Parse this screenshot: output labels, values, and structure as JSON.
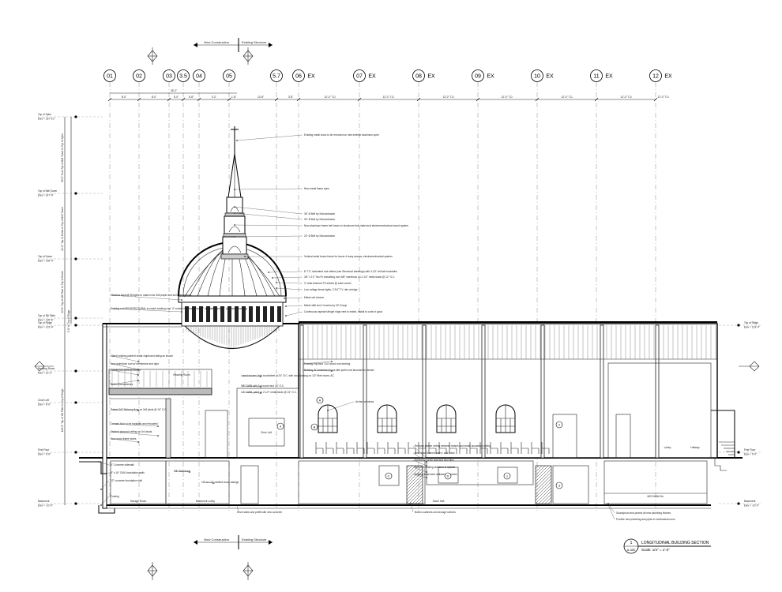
{
  "section_markers": {
    "top_left_text": "New Construction",
    "top_right_text": "Existing Structure",
    "bottom_left_text": "New Construction",
    "bottom_right_text": "Existing Structure"
  },
  "grid_labels": [
    "01",
    "02",
    "03",
    "3.5",
    "04",
    "05",
    "5.7",
    "06",
    "07",
    "08",
    "09",
    "10",
    "11",
    "12"
  ],
  "ex_tag": "EX",
  "level_labels": [
    {
      "name": "Top of Spire",
      "elev": "Elev = 167'-10\""
    },
    {
      "name": "Top of Bell Tower",
      "elev": "Elev = 147'-9\""
    },
    {
      "name": "Top of Dome",
      "elev": "Elev = 135'-4\""
    },
    {
      "name": "Top of Sill Plate",
      "elev": "Elev = 125'-6\""
    },
    {
      "name": "Top of Ridge",
      "elev": "Elev = 123'-4\""
    },
    {
      "name": "Reading Room",
      "elev": "Elev = 12'-3\""
    },
    {
      "name": "Choir Loft",
      "elev": "Elev = 6'-0\""
    },
    {
      "name": "First Floor",
      "elev": "Elev = 0'-0\""
    },
    {
      "name": "Basement",
      "elev": "Elev = -10'-0\""
    }
  ],
  "right_level_labels": [
    {
      "name": "Top of Ridge",
      "elev": "Elev = 123'-4\""
    },
    {
      "name": "First Floor",
      "elev": "Elev = 0'-0\""
    },
    {
      "name": "Basement",
      "elev": "Elev = -10'-0\""
    }
  ],
  "room_labels": {
    "reading_room": "Reading Room",
    "choir_loft": "Choir Loft",
    "storage_room": "Storage Room",
    "basement_lobby": "Basement Lobby",
    "stone_hall": "Stone Hall",
    "hallway": "Hallway",
    "lobby": "Lobby",
    "mechanical": "MECHANICAL"
  },
  "annotations": [
    "Existing metal cross to be removed on new exterior aluminum spire",
    "New metal frame spire",
    "36\" Ø Bell by Subcontractor",
    "30\" Ø Bell by Subcontractor",
    "New aluminum frame bell tower w/ aluminum bell chalet and electromechanical sound system",
    "24\" Ø Bell by Subcontractor",
    "Vertical metal boxes frame for louver & easy access, electromechanical system",
    "8\" T.S. laminated roof rafters (see Structural drawings) with 3-1/2\" all ball mountains",
    "3/4\" x 10\" Tan Fir sheathing over 5/8\" sheetrock on 2-1/2\" metal studs @ 12\" O.C.",
    "3\" wide textured TS sheets @ each corner",
    "Low voltage linear lights, 3 3/4\" T.V. dim at ridge",
    "Metal roof dormer",
    "Metal roffit vent / louvers by CD Group",
    "Continuous asphalt shingle ridge vent to match, install to code of good",
    "Meadow Asphalt Shingles to match new 30# paper and Ice/water guards",
    "Existing roof ARCHITECTURAL to match existing roof, 4\" curtain rigid insulation 45° ventilated and 3/8\" plywood sheathing",
    "Existing exposed T&G wood roof decking",
    "Building 'B' embedded truss with purlin roof structure to remain",
    "Match existing painted cedar clapboard siding as shown",
    "New aluminum roof w/ membrane and rigid",
    "Curved bar-soffit as shown",
    "Built-in bookshelves",
    "Laced trusses both wood/steel at 24\" O.C. with wood casing on 1/2\" fiber board, AC",
    "5/8\" GWB with 2x4 wood stud 16\" O.C.",
    "1/2\" GWB, paint on 2-1/2\" metal studs @ 24\" O.C.",
    "Raised 3/4\" Balcony floor on 2x8 joists @ 16\" O.C.",
    "Cement floor to be replaced and relocated",
    "Stained plywood ceiling on 2x4 studs",
    "Remove plaster ceiling between beams and install acoustical ceiling",
    "New wood framed stairs / wall finish",
    "Renew concrete slab and floor tiles",
    "Remove existing radiators & replace",
    "Existing basement radiators to remain",
    "Built-in cabinets and storage shelves",
    "Level slabs and prefill with new concrete",
    "Soundproof and protect all new plumbing fixtures",
    "Provide new plumbing and pipes in mechanical room",
    "4\" Concrete sidewalk",
    "8\" x 16\" CMU foundation walls",
    "12\" concrete foundation wall",
    "Footing",
    "New wood frame stairs",
    "5/8\" Sheetrock",
    "1/4\" to 1/2\" painted wood casings",
    "Arched windows"
  ],
  "dimension_labels": [
    "8'-0\"",
    "8'-0\"",
    "5'-0\"",
    "6'-8\"",
    "3'-2\"",
    "1'-8\"",
    "10'-8\"",
    "3'-8\"",
    "12'-0\" T.O.",
    "12'-0\" T.O.",
    "12'-0\" T.O.",
    "12'-0\" T.O.",
    "12'-0\" T.O.",
    "12'-0\" T.O.",
    "12'-0\" T.O."
  ],
  "overall_dim": "45'-3\"",
  "vertical_dims": [
    "50'-0\" from Top of Bell Tower to Top of Spire",
    "41'-0\" Top of Dome to Top of Bell Tower",
    "12'-6\" Top of Sill Plate to Top of Dome",
    "110'-0\" Top of Sill Plate to Top of Ridge",
    "1'-6\" to Top of Ridge"
  ],
  "title_block": {
    "number": "1",
    "sheet": "A-300",
    "title": "LONGITUDINAL BUILDING SECTION",
    "scale": "Scale: 1/4\" = 1'-0\""
  },
  "small_marks": [
    "A",
    "B",
    "C",
    "D",
    "1",
    "2",
    "3",
    "4"
  ]
}
